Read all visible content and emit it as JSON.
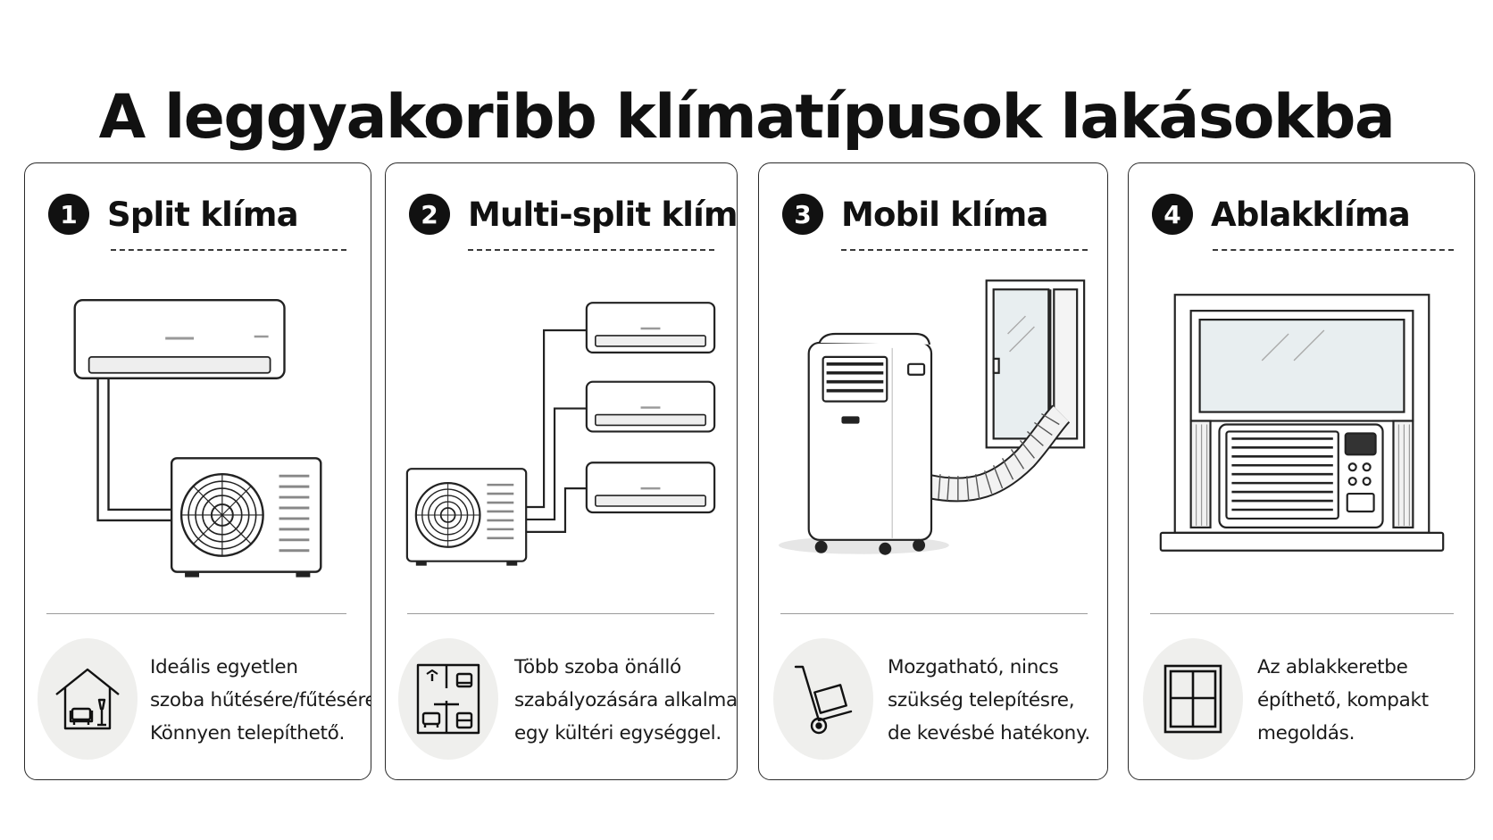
{
  "title": "A leggyakoribb klímatípusok lakásokba",
  "cards": [
    {
      "number": "1",
      "title": "Split klíma",
      "icon": "house-icon",
      "lines": [
        "Ideális egyetlen",
        "szoba hűtésére/fűtésére.",
        "Könnyen telepíthető."
      ]
    },
    {
      "number": "2",
      "title": "Multi-split klíma",
      "icon": "floor-plan-icon",
      "lines": [
        "Több szoba önálló",
        "szabályozására alkalmas,",
        "egy kültéri egységgel."
      ]
    },
    {
      "number": "3",
      "title": "Mobil klíma",
      "icon": "hand-truck-icon",
      "lines": [
        "Mozgatható, nincs",
        "szükség telepítésre,",
        "de kevésbé hatékony."
      ]
    },
    {
      "number": "4",
      "title": "Ablakklíma",
      "icon": "window-icon",
      "lines": [
        "Az ablakkeretbe",
        "építhető, kompakt",
        "megoldás."
      ]
    }
  ]
}
